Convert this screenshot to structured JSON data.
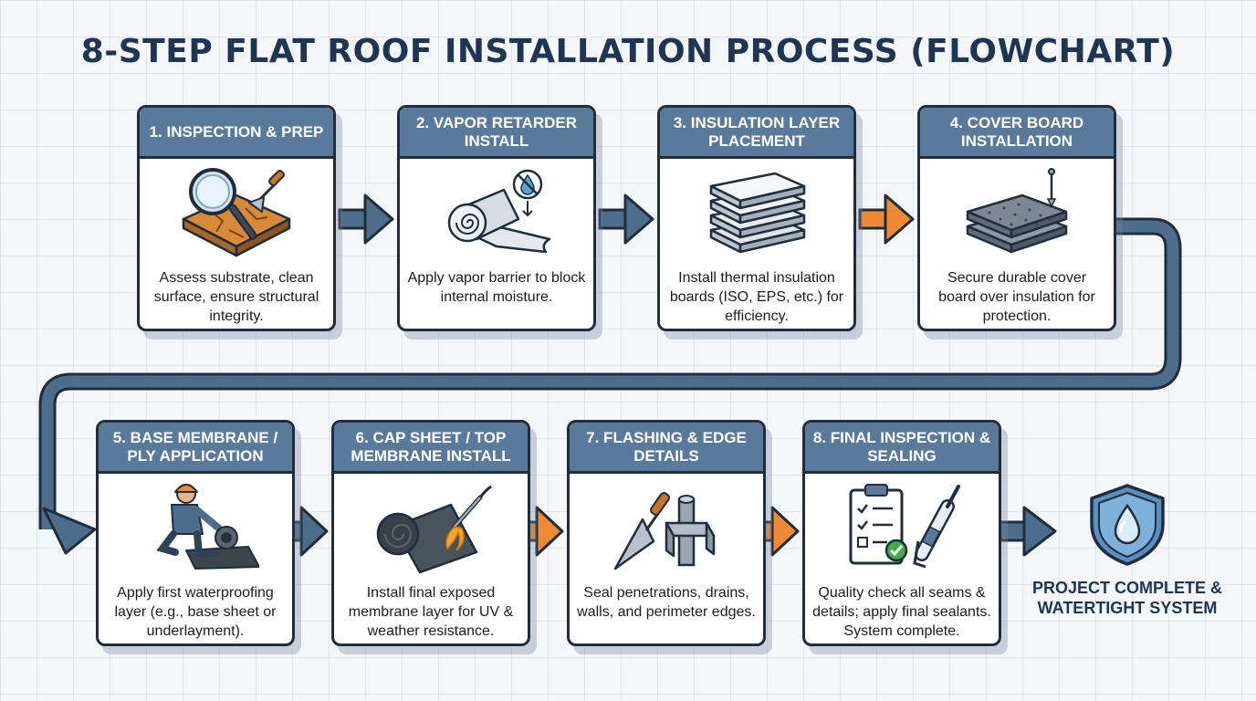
{
  "title": "8-STEP FLAT ROOF INSTALLATION PROCESS (FLOWCHART)",
  "colors": {
    "header": "#5a7a9b",
    "outline": "#1f2d3d",
    "arrow_blue": "#4d6d8c",
    "arrow_orange": "#ee8a36",
    "title": "#1e3553"
  },
  "steps": [
    {
      "title": "1. INSPECTION & PREP",
      "desc": "Assess substrate, clean surface, ensure structural integrity.",
      "icon": "magnifier-trowel-icon"
    },
    {
      "title": "2. VAPOR RETARDER INSTALL",
      "desc": "Apply vapor barrier to block internal moisture.",
      "icon": "vapor-roll-icon"
    },
    {
      "title": "3. INSULATION LAYER PLACEMENT",
      "desc": "Install thermal insulation boards (ISO, EPS, etc.) for efficiency.",
      "icon": "insulation-stack-icon"
    },
    {
      "title": "4. COVER BOARD INSTALLATION",
      "desc": "Secure durable cover board over insulation for protection.",
      "icon": "cover-board-icon"
    },
    {
      "title": "5. BASE MEMBRANE / PLY APPLICATION",
      "desc": "Apply first waterproofing layer (e.g., base sheet or underlayment).",
      "icon": "worker-roll-icon"
    },
    {
      "title": "6. CAP SHEET / TOP MEMBRANE INSTALL",
      "desc": "Install final exposed membrane layer for UV & weather resistance.",
      "icon": "torch-roll-icon"
    },
    {
      "title": "7. FLASHING & EDGE DETAILS",
      "desc": "Seal penetrations, drains, walls, and perimeter edges.",
      "icon": "flashing-trowel-icon"
    },
    {
      "title": "8. FINAL INSPECTION & SEALING",
      "desc": "Quality check all seams & details; apply final sealants. System complete.",
      "icon": "checklist-caulk-icon"
    }
  ],
  "final": {
    "text": "PROJECT COMPLETE & WATERTIGHT SYSTEM",
    "icon": "shield-droplet-icon"
  }
}
